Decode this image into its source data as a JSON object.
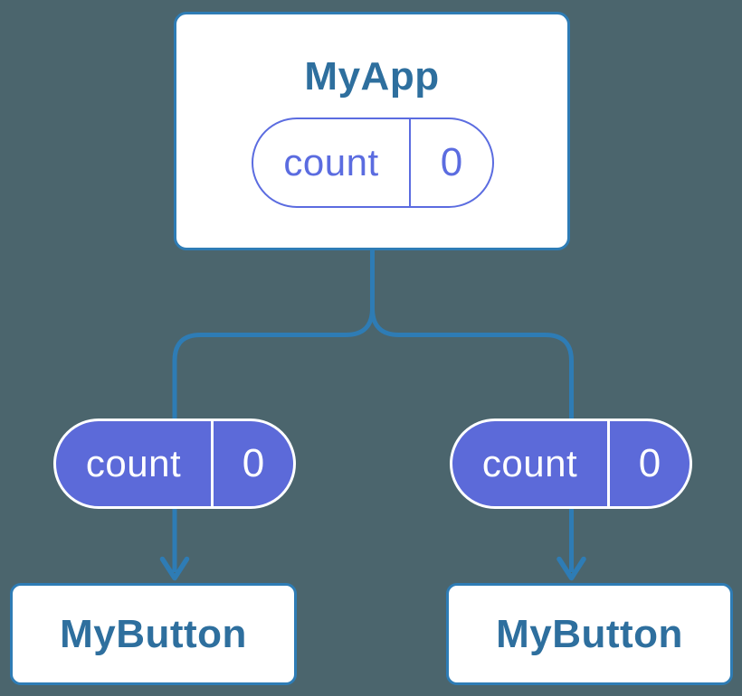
{
  "colors": {
    "background": "#4b656d",
    "connector_blue": "#2e7cb5",
    "card_border_blue": "#2e7cb5",
    "component_title_blue": "#2e6f9e",
    "state_pill_purple": "#5b6ce0",
    "prop_pill_fill_purple": "#5c6ad9",
    "card_fill": "#ffffff",
    "prop_pill_text": "#ffffff"
  },
  "parent_card": {
    "title": "MyApp",
    "state_pill": {
      "label": "count",
      "value": "0"
    }
  },
  "left_branch": {
    "prop_pill": {
      "label": "count",
      "value": "0"
    },
    "card": {
      "title": "MyButton"
    }
  },
  "right_branch": {
    "prop_pill": {
      "label": "count",
      "value": "0"
    },
    "card": {
      "title": "MyButton"
    }
  }
}
